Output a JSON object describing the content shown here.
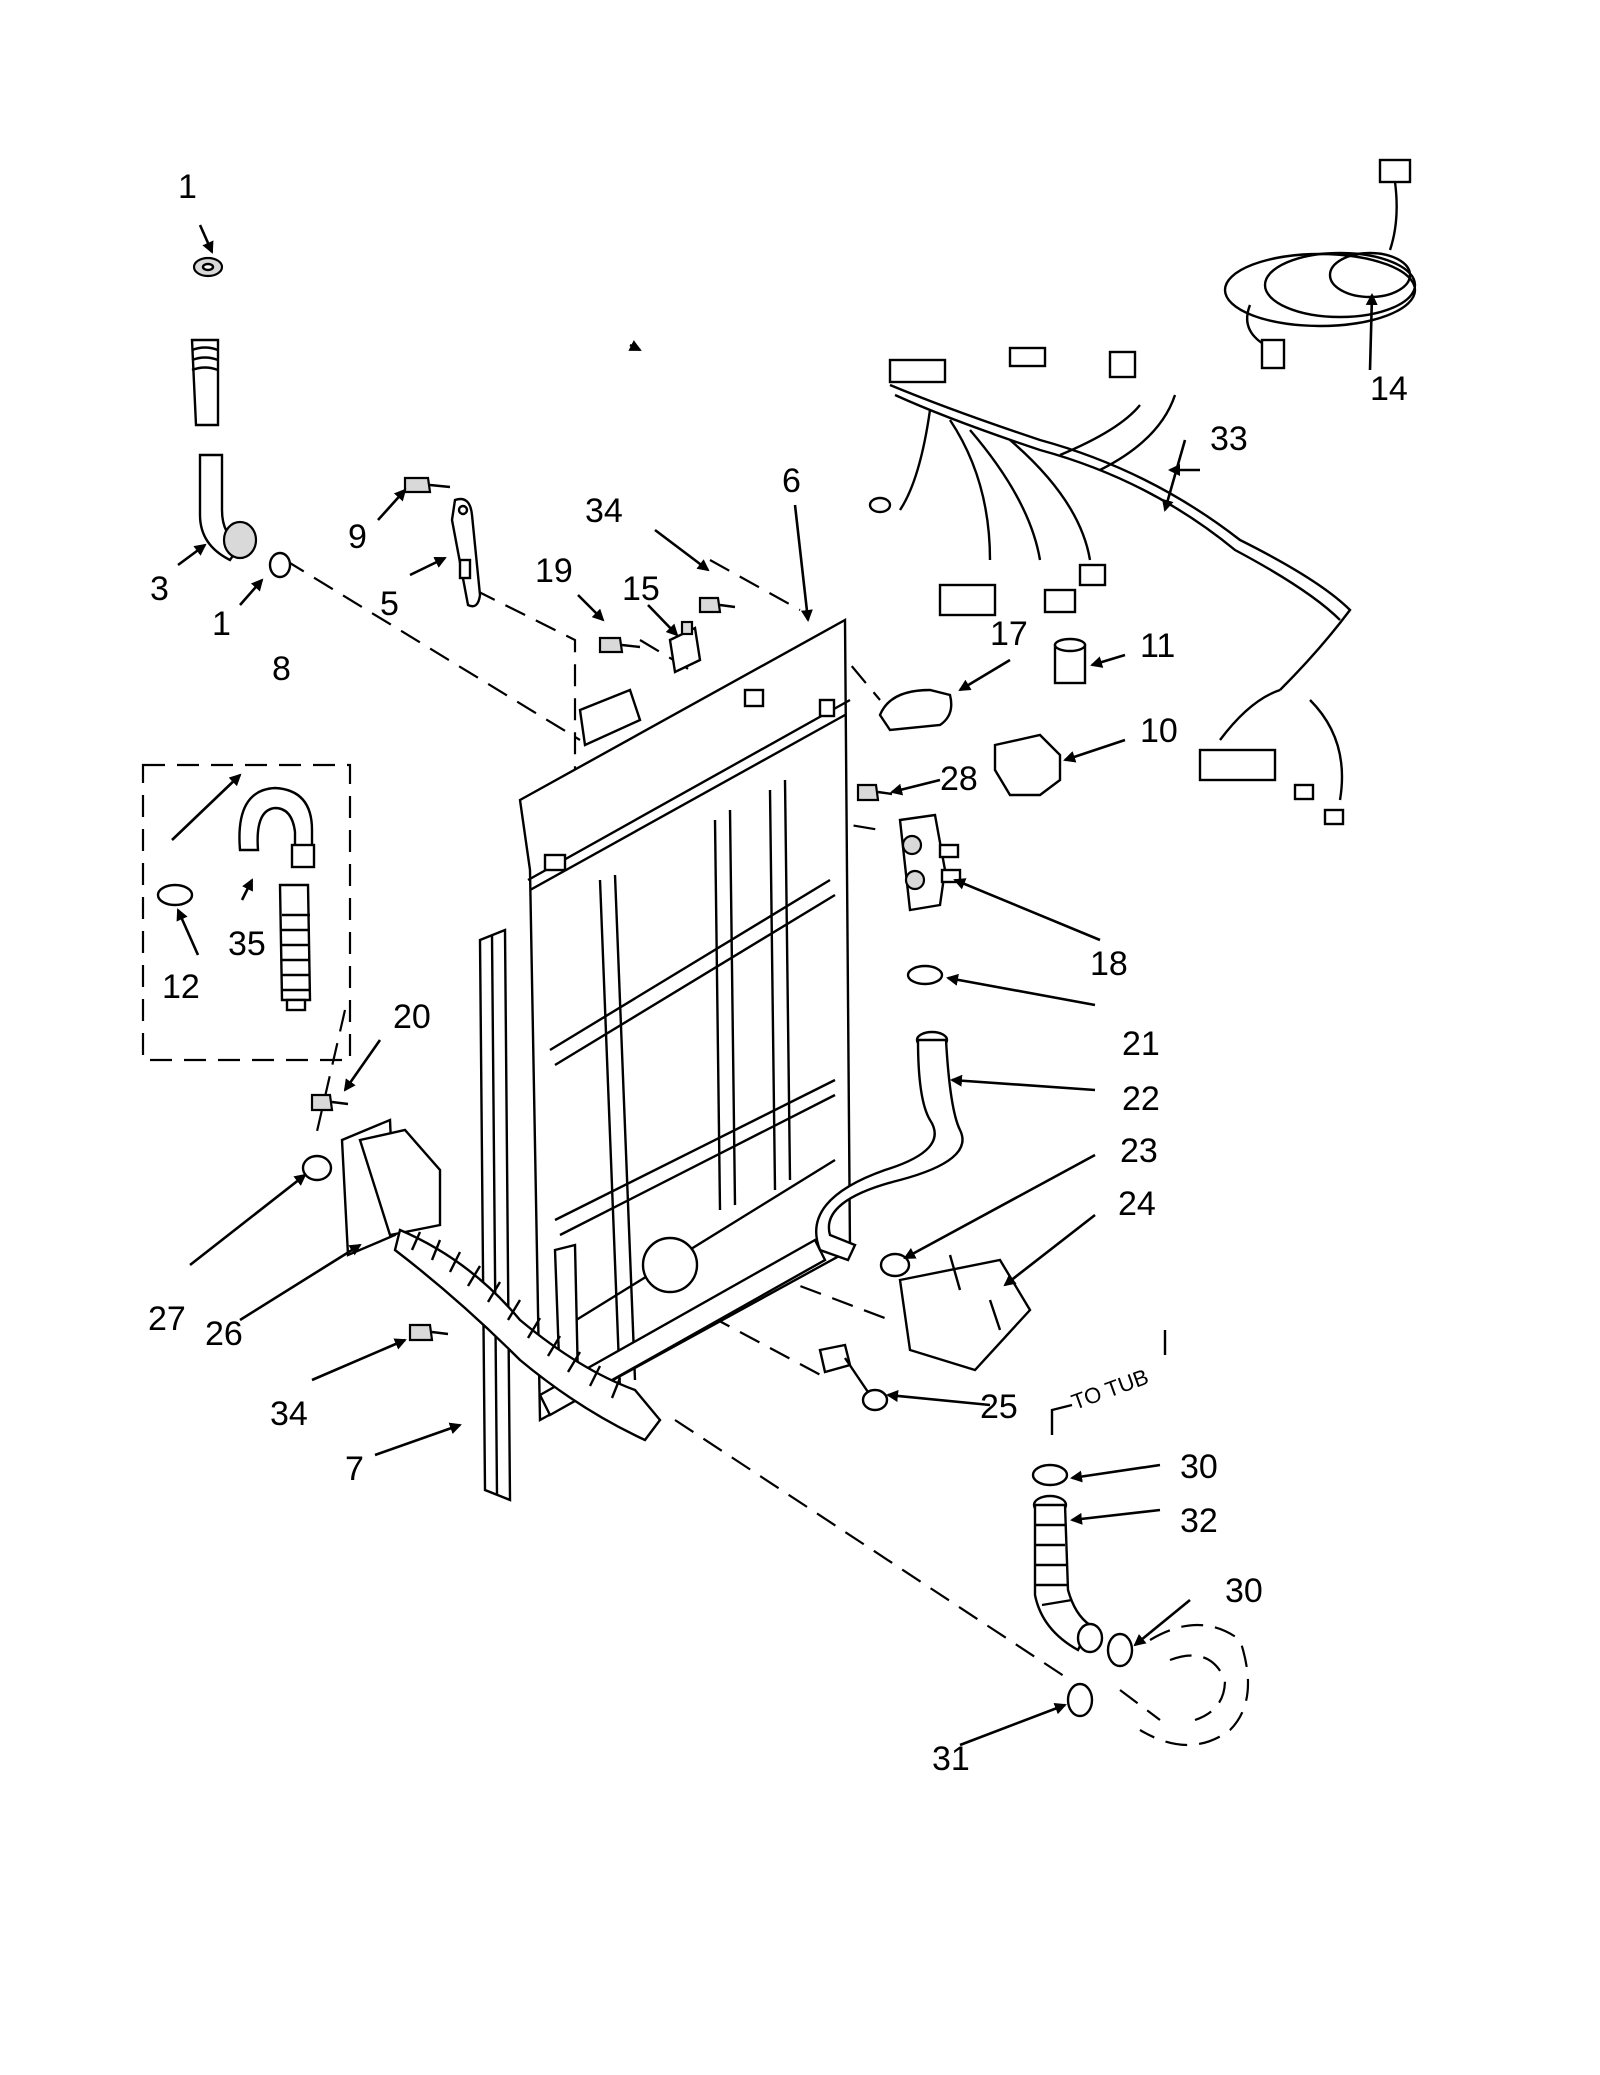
{
  "callouts": [
    {
      "id": "c1a",
      "text": "1"
    },
    {
      "id": "c1b",
      "text": "1"
    },
    {
      "id": "c3",
      "text": "3"
    },
    {
      "id": "c5",
      "text": "5"
    },
    {
      "id": "c6",
      "text": "6"
    },
    {
      "id": "c7",
      "text": "7"
    },
    {
      "id": "c8",
      "text": "8"
    },
    {
      "id": "c9",
      "text": "9"
    },
    {
      "id": "c10",
      "text": "10"
    },
    {
      "id": "c11",
      "text": "11"
    },
    {
      "id": "c12",
      "text": "12"
    },
    {
      "id": "c14",
      "text": "14"
    },
    {
      "id": "c15",
      "text": "15"
    },
    {
      "id": "c17",
      "text": "17"
    },
    {
      "id": "c18",
      "text": "18"
    },
    {
      "id": "c19",
      "text": "19"
    },
    {
      "id": "c20",
      "text": "20"
    },
    {
      "id": "c21",
      "text": "21"
    },
    {
      "id": "c22",
      "text": "22"
    },
    {
      "id": "c23",
      "text": "23"
    },
    {
      "id": "c24",
      "text": "24"
    },
    {
      "id": "c25",
      "text": "25"
    },
    {
      "id": "c26",
      "text": "26"
    },
    {
      "id": "c27",
      "text": "27"
    },
    {
      "id": "c28",
      "text": "28"
    },
    {
      "id": "c30a",
      "text": "30"
    },
    {
      "id": "c30b",
      "text": "30"
    },
    {
      "id": "c31",
      "text": "31"
    },
    {
      "id": "c32",
      "text": "32"
    },
    {
      "id": "c33",
      "text": "33"
    },
    {
      "id": "c34a",
      "text": "34"
    },
    {
      "id": "c34b",
      "text": "34"
    },
    {
      "id": "c35",
      "text": "35"
    }
  ],
  "annotations": {
    "to_tub": "TO TUB"
  }
}
